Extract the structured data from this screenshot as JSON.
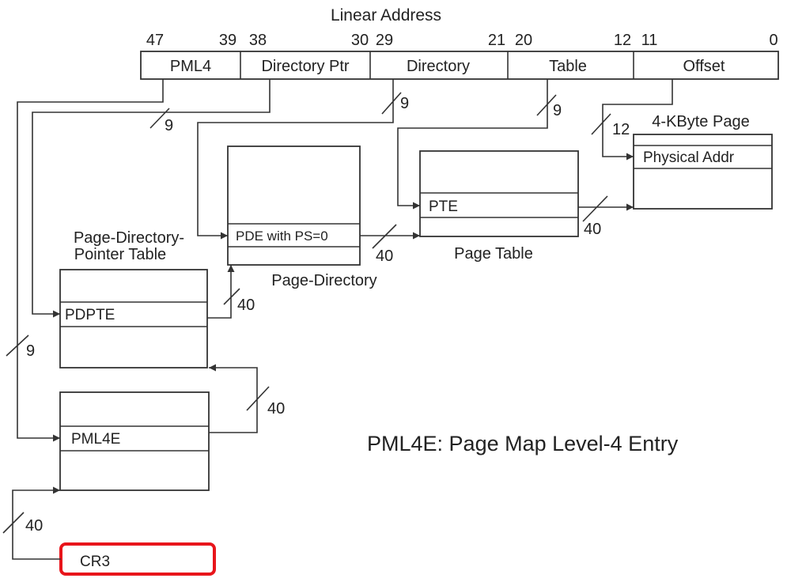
{
  "title": "Linear Address",
  "bit_labels": [
    "47",
    "39",
    "38",
    "30",
    "29",
    "21",
    "20",
    "12",
    "11",
    "0"
  ],
  "fields": [
    "PML4",
    "Directory Ptr",
    "Directory",
    "Table",
    "Offset"
  ],
  "tables": {
    "pdpt": {
      "title_line1": "Page-Directory-",
      "title_line2": "Pointer Table",
      "entry": "PDPTE"
    },
    "pd": {
      "title": "Page-Directory",
      "entry": "PDE with PS=0"
    },
    "pt": {
      "title": "Page Table",
      "entry": "PTE"
    },
    "page": {
      "title": "4-KByte Page",
      "entry": "Physical Addr"
    },
    "pml4": {
      "entry": "PML4E"
    }
  },
  "cr3": {
    "label": "CR3",
    "highlight_color": "#e8151b"
  },
  "widths": {
    "pml4_index": "9",
    "dirptr_index": "9",
    "dir_index": "9",
    "table_index": "9",
    "offset": "12",
    "cr3_to_pml4": "40",
    "pml4e_to_pdpt": "40",
    "pdpte_to_pd": "40",
    "pde_to_pt": "40",
    "pte_to_page": "40"
  },
  "note": "PML4E: Page Map Level-4 Entry"
}
